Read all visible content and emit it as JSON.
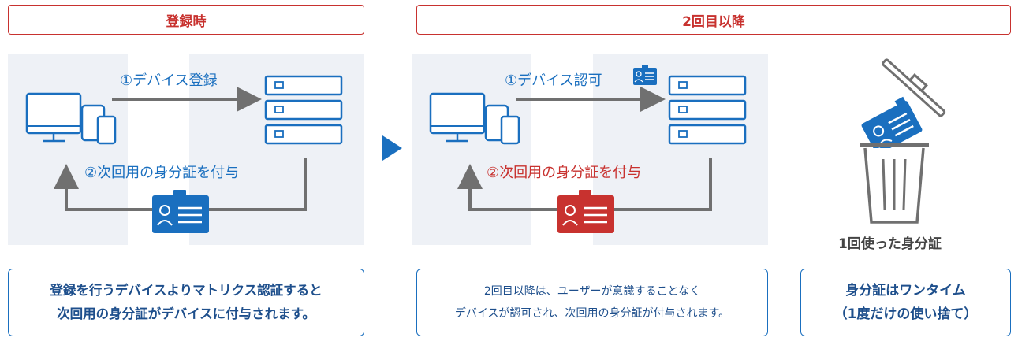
{
  "headers": {
    "registration": "登録時",
    "second_time": "2回目以降"
  },
  "left_panel": {
    "step1": "①デバイス登録",
    "step2": "②次回用の身分証を付与",
    "caption_line1": "登録を行うデバイスよりマトリクス認証すると",
    "caption_line2": "次回用の身分証がデバイスに付与されます。"
  },
  "middle_panel": {
    "step1": "①デバイス認可",
    "step2": "②次回用の身分証を付与",
    "caption_line1": "2回目以降は、ユーザーが意識することなく",
    "caption_line2": "デバイスが認可され、次回用の身分証が付与されます。"
  },
  "right_panel": {
    "trash_label": "1回使った身分証",
    "caption_line1": "身分証はワンタイム",
    "caption_line2": "（1度だけの使い捨て）"
  },
  "colors": {
    "red": "#c8322f",
    "blue": "#1a6fbf",
    "dark_blue": "#1e4f8c",
    "gray": "#707070",
    "panel": "#eef1f6"
  }
}
